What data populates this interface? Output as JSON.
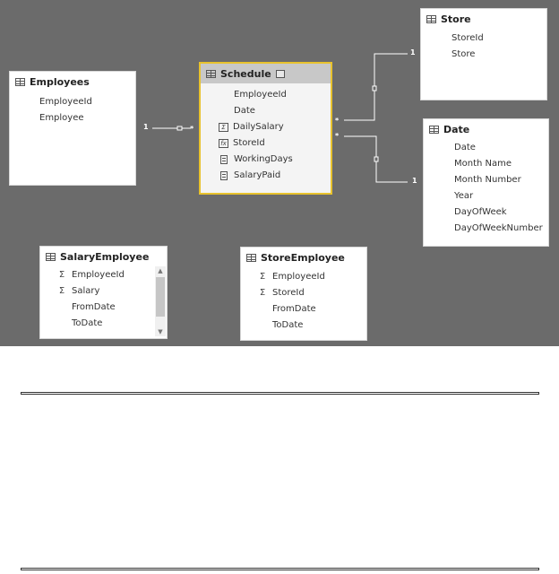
{
  "tables": {
    "employees": {
      "title": "Employees",
      "fields": [
        {
          "name": "EmployeeId",
          "icon": "none"
        },
        {
          "name": "Employee",
          "icon": "none"
        }
      ]
    },
    "schedule": {
      "title": "Schedule",
      "fields": [
        {
          "name": "EmployeeId",
          "icon": "none"
        },
        {
          "name": "Date",
          "icon": "none"
        },
        {
          "name": "DailySalary",
          "icon": "fx-icon"
        },
        {
          "name": "StoreId",
          "icon": "fx-icon"
        },
        {
          "name": "WorkingDays",
          "icon": "calculator-icon"
        },
        {
          "name": "SalaryPaid",
          "icon": "calculator-icon"
        }
      ]
    },
    "store": {
      "title": "Store",
      "fields": [
        {
          "name": "StoreId",
          "icon": "none"
        },
        {
          "name": "Store",
          "icon": "none"
        }
      ]
    },
    "date": {
      "title": "Date",
      "fields": [
        {
          "name": "Date",
          "icon": "none"
        },
        {
          "name": "Month Name",
          "icon": "none"
        },
        {
          "name": "Month Number",
          "icon": "none"
        },
        {
          "name": "Year",
          "icon": "none"
        },
        {
          "name": "DayOfWeek",
          "icon": "none"
        },
        {
          "name": "DayOfWeekNumber",
          "icon": "none"
        }
      ]
    },
    "salary_employee": {
      "title": "SalaryEmployee",
      "fields": [
        {
          "name": "EmployeeId",
          "icon": "sigma-icon"
        },
        {
          "name": "Salary",
          "icon": "sigma-icon"
        },
        {
          "name": "FromDate",
          "icon": "none"
        },
        {
          "name": "ToDate",
          "icon": "none"
        }
      ]
    },
    "store_employee": {
      "title": "StoreEmployee",
      "fields": [
        {
          "name": "EmployeeId",
          "icon": "sigma-icon"
        },
        {
          "name": "StoreId",
          "icon": "sigma-icon"
        },
        {
          "name": "FromDate",
          "icon": "none"
        },
        {
          "name": "ToDate",
          "icon": "none"
        }
      ]
    }
  },
  "relationships": {
    "employees_schedule": {
      "one": "1",
      "many": "*"
    },
    "store_schedule": {
      "one": "1",
      "many": "*"
    },
    "date_schedule": {
      "one": "1",
      "many": "*"
    }
  },
  "colors": {
    "canvas": "#6b6b6b",
    "selection": "#e8c22d",
    "connector": "#ffffff"
  }
}
